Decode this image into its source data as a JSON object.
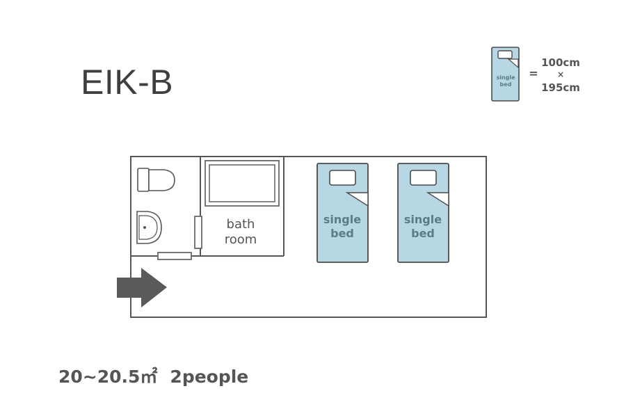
{
  "header": {
    "room_code": "EIK-B"
  },
  "legend": {
    "bed_label_line1": "single",
    "bed_label_line2": "bed",
    "equals": "=",
    "width": "100cm",
    "times": "×",
    "length": "195cm"
  },
  "plan": {
    "bathroom_line1": "bath",
    "bathroom_line2": "room",
    "beds": [
      {
        "line1": "single",
        "line2": "bed"
      },
      {
        "line1": "single",
        "line2": "bed"
      }
    ]
  },
  "footer": {
    "area": "20~20.5㎡",
    "capacity": "2people"
  },
  "colors": {
    "line": "#555555",
    "bed_fill": "#b7d7e4",
    "bed_stroke": "#4a4a4a",
    "arrow": "#5a5a5a",
    "text": "#555555"
  },
  "icons": {
    "entrance": "entrance-arrow-icon",
    "toilet": "toilet-icon",
    "sink": "sink-icon",
    "bathtub": "bathtub-icon"
  }
}
